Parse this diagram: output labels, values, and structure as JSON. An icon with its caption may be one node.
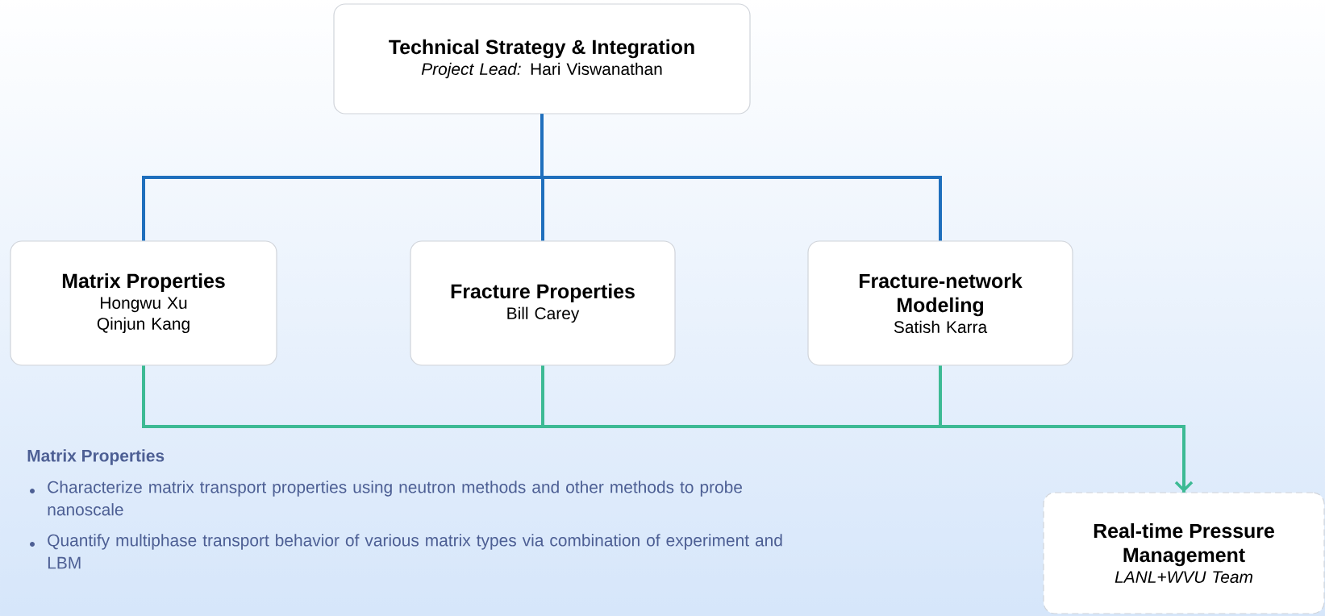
{
  "diagram": {
    "nodes": [
      {
        "text": [
          "Technical Strategy & Integration",
          "*Project Lead:* Hari Viswanathan"
        ]
      },
      {
        "text": [
          "Matrix Properties",
          "Hongwu Xu",
          "Qinjun Kang"
        ]
      },
      {
        "text": [
          "Fracture Properties",
          "Bill Carey"
        ]
      },
      {
        "text": [
          "Fracture-network Modeling",
          "Satish Karra"
        ]
      },
      {
        "text": [
          "Real-time Pressure Management",
          "LANL+WVU Team"
        ]
      }
    ],
    "edges": [
      {
        "from": 0,
        "to": 1,
        "arrow": "none",
        "color": "#1f6fbd"
      },
      {
        "from": 0,
        "to": 2,
        "arrow": "none",
        "color": "#1f6fbd"
      },
      {
        "from": 0,
        "to": 3,
        "arrow": "none",
        "color": "#1f6fbd"
      },
      {
        "from": 1,
        "to": 4,
        "arrow": "none",
        "color": "#3dba94"
      },
      {
        "from": 2,
        "to": 4,
        "arrow": "none",
        "color": "#3dba94"
      },
      {
        "from": 3,
        "to": 4,
        "arrow": "to",
        "color": "#3dba94"
      }
    ],
    "labels": [
      "Matrix Properties",
      "Characterize matrix transport properties using neutron methods and other methods to probe nanoscale",
      "Quantify multiphase transport behavior of various matrix types via combination of experiment and LBM"
    ]
  }
}
